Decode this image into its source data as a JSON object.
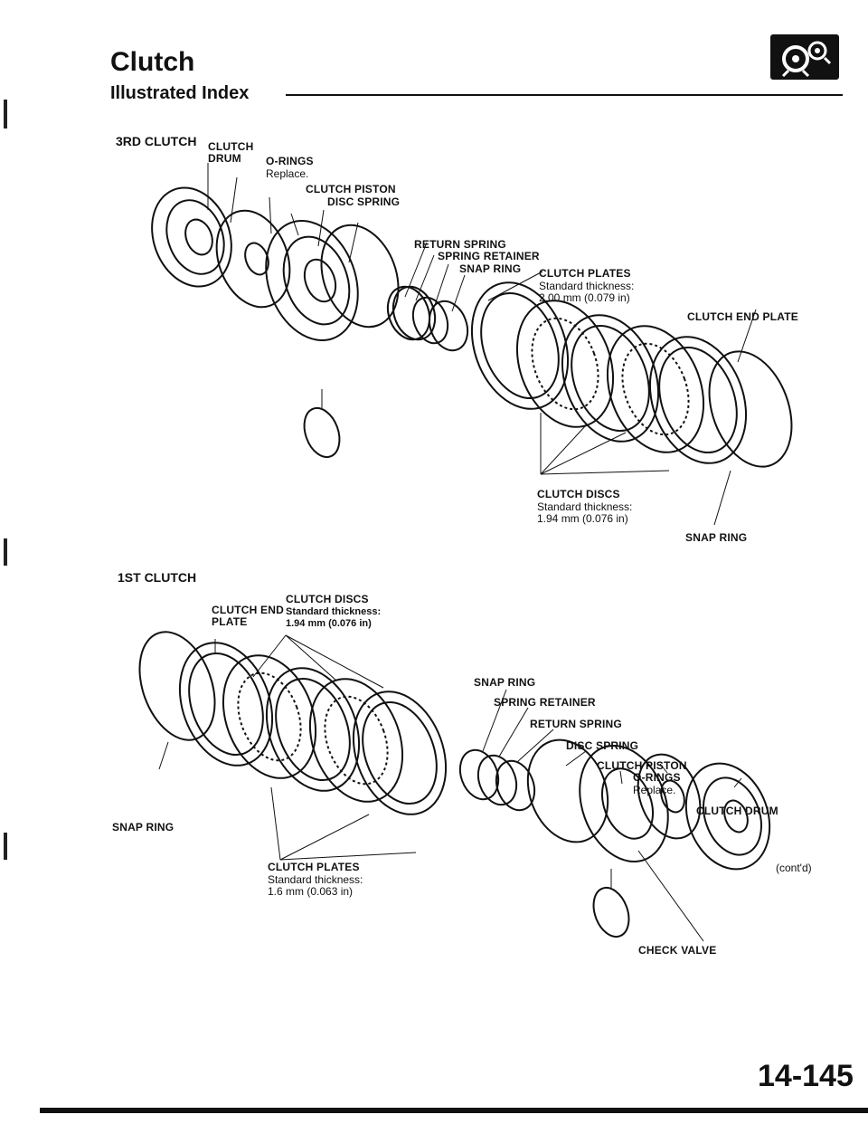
{
  "header": {
    "title": "Clutch",
    "subtitle": "Illustrated Index"
  },
  "third_clutch": {
    "section_label": "3RD CLUTCH",
    "clutch_drum": "CLUTCH DRUM",
    "o_rings": "O-RINGS",
    "o_rings_note": "Replace.",
    "clutch_piston": "CLUTCH PISTON",
    "disc_spring": "DISC SPRING",
    "return_spring": "RETURN SPRING",
    "spring_retainer": "SPRING RETAINER",
    "snap_ring": "SNAP RING",
    "clutch_plates": "CLUTCH PLATES",
    "clutch_plates_std": "Standard thickness:",
    "clutch_plates_value": "2.00 mm (0.079 in)",
    "clutch_end_plate": "CLUTCH END PLATE",
    "clutch_discs": "CLUTCH DISCS",
    "clutch_discs_std": "Standard thickness:",
    "clutch_discs_value": "1.94 mm (0.076 in)",
    "snap_ring_bottom": "SNAP RING"
  },
  "first_clutch": {
    "section_label": "1ST CLUTCH",
    "clutch_end_plate": "CLUTCH END PLATE",
    "clutch_discs": "CLUTCH DISCS",
    "clutch_discs_std": "Standard thickness:",
    "clutch_discs_value": "1.94 mm (0.076 in)",
    "snap_ring_top": "SNAP RING",
    "spring_retainer": "SPRING RETAINER",
    "return_spring": "RETURN SPRING",
    "disc_spring": "DISC SPRING",
    "clutch_piston": "CLUTCH PISTON",
    "o_rings": "O-RINGS",
    "o_rings_note": "Replace.",
    "clutch_drum": "CLUTCH DRUM",
    "snap_ring_left": "SNAP RING",
    "clutch_plates": "CLUTCH PLATES",
    "clutch_plates_std": "Standard thickness:",
    "clutch_plates_value": "1.6 mm (0.063 in)",
    "check_valve": "CHECK VALVE"
  },
  "footer": {
    "continued": "(cont'd)",
    "page_number": "14-145"
  }
}
